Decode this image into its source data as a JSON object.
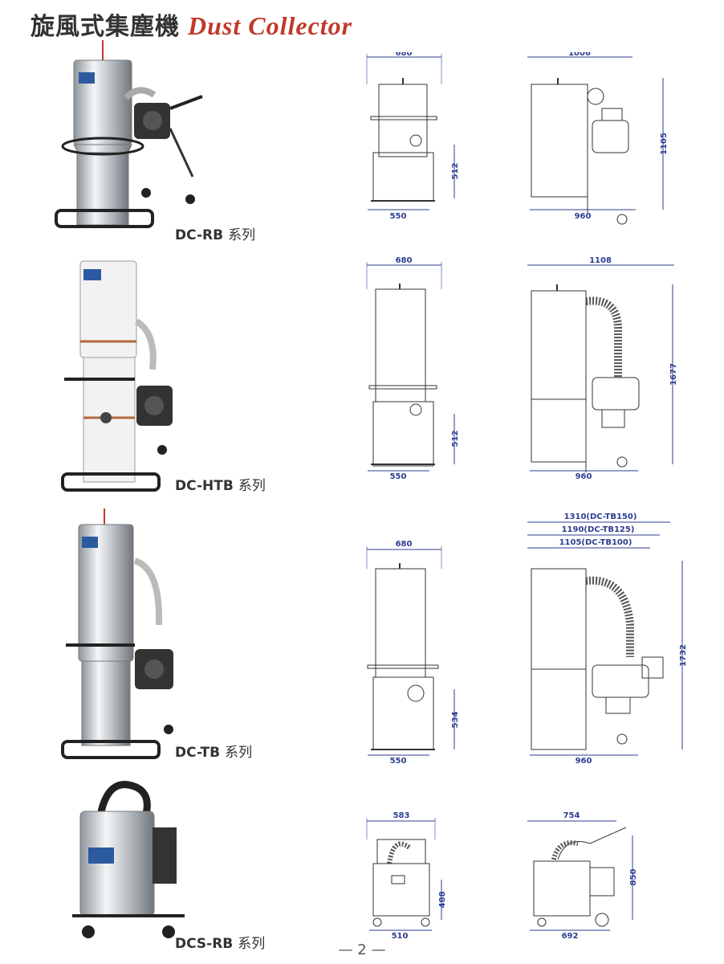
{
  "header": {
    "title_zh": "旋風式集塵機",
    "title_en": "Dust Collector"
  },
  "models": [
    {
      "name": "DC-RB",
      "suffix": "系列",
      "front": {
        "width": "680",
        "base": "550",
        "height": "512"
      },
      "side": {
        "width": "1006",
        "base": "960",
        "height": "1105"
      }
    },
    {
      "name": "DC-HTB",
      "suffix": "系列",
      "front": {
        "width": "680",
        "base": "550",
        "height": "512"
      },
      "side": {
        "width": "1108",
        "base": "960",
        "height": "1677"
      }
    },
    {
      "name": "DC-TB",
      "suffix": "系列",
      "front": {
        "width": "680",
        "base": "550",
        "height": "534"
      },
      "side": {
        "width_a": "1310(DC-TB150)",
        "width_b": "1190(DC-TB125)",
        "width_c": "1105(DC-TB100)",
        "base": "960",
        "height": "1732"
      }
    },
    {
      "name": "DCS-RB",
      "suffix": "系列",
      "front": {
        "width": "583",
        "base": "510",
        "height": "488"
      },
      "side": {
        "width": "754",
        "base": "692",
        "height": "850"
      }
    }
  ],
  "footer": {
    "page": "— 2 —"
  },
  "colors": {
    "accent": "#c0392b",
    "dimension": "#2c3e91",
    "steel": "#b8bcc0",
    "line": "#333333"
  }
}
